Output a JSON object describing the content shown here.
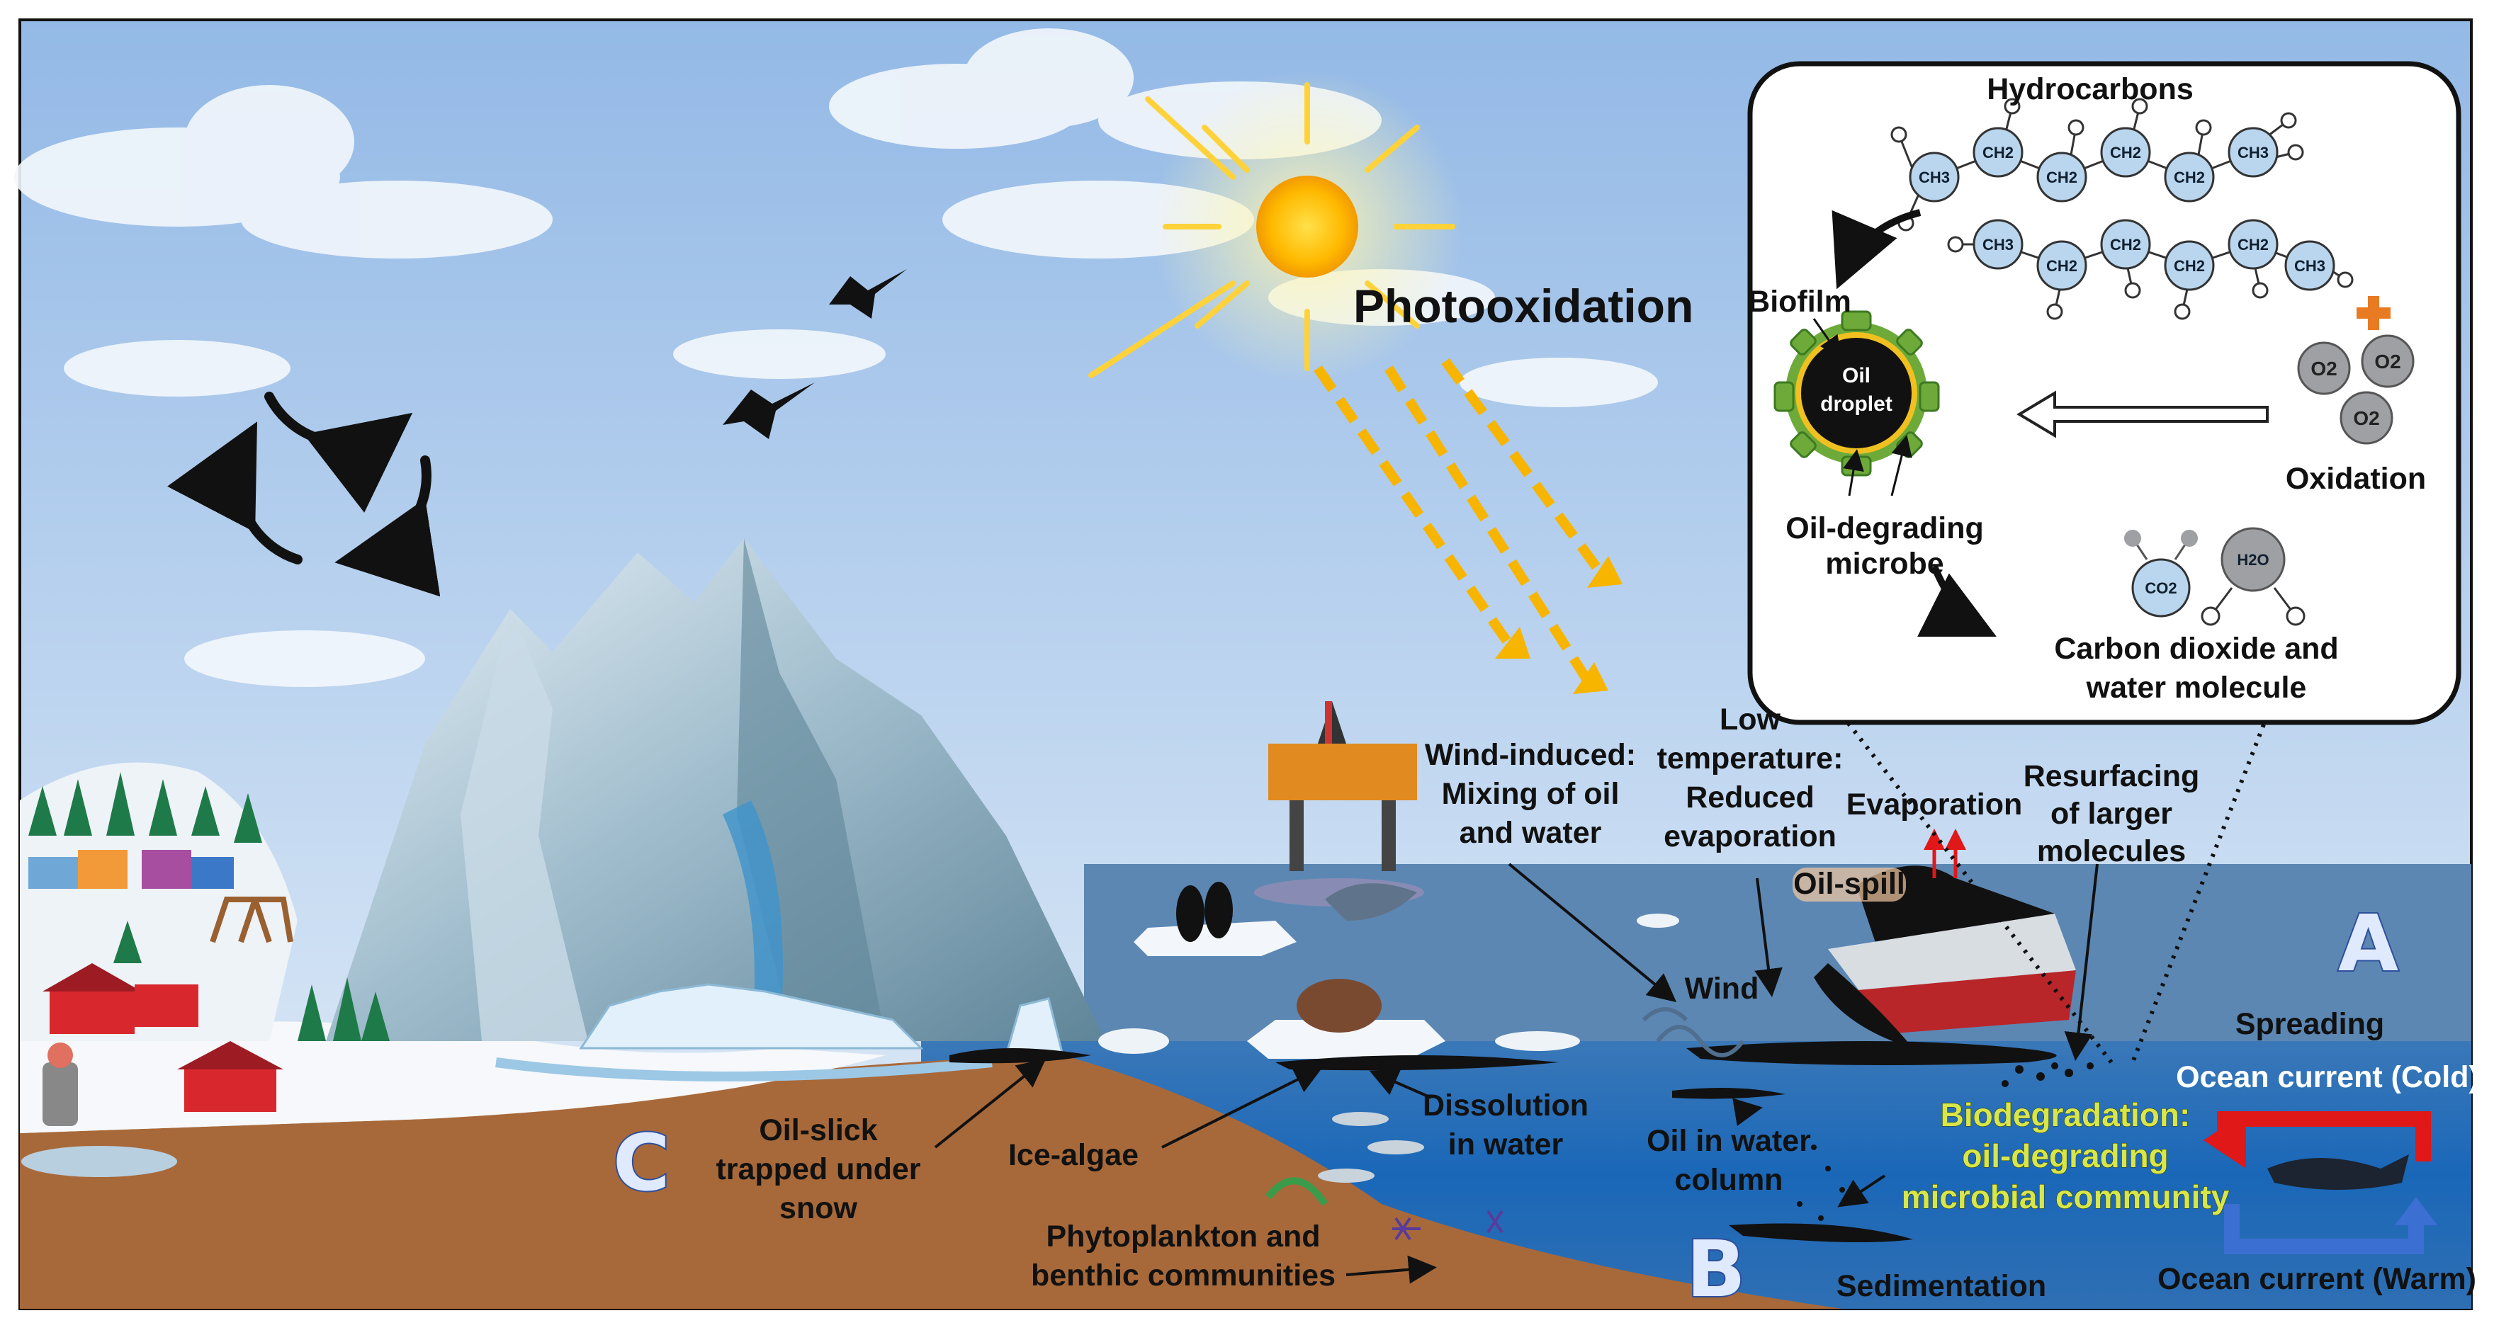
{
  "labels": {
    "photooxidation": "Photooxidation",
    "hydrocarbons": "Hydrocarbons",
    "biofilm": "Biofilm",
    "oil_droplet_1": "Oil",
    "oil_droplet_2": "droplet",
    "oil_degrading_microbe_1": "Oil-degrading",
    "oil_degrading_microbe_2": "microbe",
    "oxidation": "Oxidation",
    "co2_h2o_1": "Carbon dioxide and",
    "co2_h2o_2": "water molecule",
    "wind_mixing_1": "Wind-induced:",
    "wind_mixing_2": "Mixing of oil",
    "wind_mixing_3": "and water",
    "low_temp_1": "Low",
    "low_temp_2": "temperature:",
    "low_temp_3": "Reduced",
    "low_temp_4": "evaporation",
    "evaporation": "Evaporation",
    "resurfacing_1": "Resurfacing",
    "resurfacing_2": "of larger",
    "resurfacing_3": "molecules",
    "oil_spill": "Oil-spill",
    "wind": "Wind",
    "spreading": "Spreading",
    "ocean_cold": "Ocean current (Cold)",
    "ocean_warm": "Ocean current (Warm)",
    "biodeg_1": "Biodegradation:",
    "biodeg_2": "oil-degrading",
    "biodeg_3": "microbial community",
    "dissolution_1": "Dissolution",
    "dissolution_2": "in water",
    "oil_column_1": "Oil in water",
    "oil_column_2": "column",
    "oil_slick_1": "Oil-slick",
    "oil_slick_2": "trapped under",
    "oil_slick_3": "snow",
    "ice_algae": "Ice-algae",
    "phyto_1": "Phytoplankton and",
    "phyto_2": "benthic communities",
    "sedimentation": "Sedimentation",
    "letter_a": "A",
    "letter_b": "B",
    "letter_c": "C"
  },
  "molecules": {
    "ch3": "CH3",
    "ch2": "CH2",
    "o2": "O2",
    "co2": "CO2",
    "h2o": "H2O"
  },
  "colors": {
    "sky_top": "#9fc2ea",
    "sky_bottom": "#d9e8f5",
    "sea": "#3f7fc0",
    "seabed": "#a5683a",
    "oil": "#111111",
    "sun": "#ffc21a",
    "biodegradation_text": "#d8e64a",
    "cold_current": "#e5201f",
    "warm_current": "#3b6fd1"
  },
  "icons": [
    "recycle-arrows-icon",
    "bird-icon",
    "sun-icon",
    "oil-rig-icon",
    "ship-icon",
    "whale-icon",
    "penguin-icon",
    "walrus-icon",
    "dolphin-icon",
    "reindeer-icon",
    "house-icon"
  ]
}
